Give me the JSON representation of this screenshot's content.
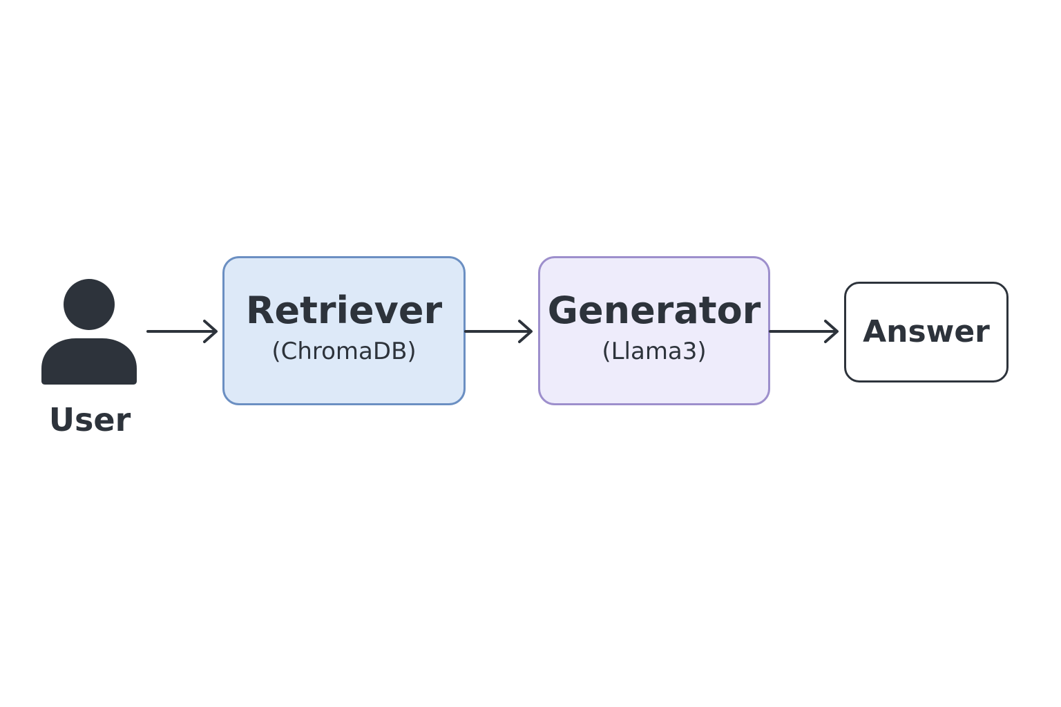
{
  "diagram": {
    "user": {
      "label": "User",
      "icon": "user-icon"
    },
    "nodes": [
      {
        "title": "Retriever",
        "subtitle": "(ChromaDB)",
        "fill": "#dde9f8",
        "border": "#6b8fc2"
      },
      {
        "title": "Generator",
        "subtitle": "(Llama3)",
        "fill": "#eeecfb",
        "border": "#9d8fcc"
      },
      {
        "title": "Answer",
        "fill": "#ffffff",
        "border": "#2d333b"
      }
    ],
    "edges": [
      {
        "from": "User",
        "to": "Retriever"
      },
      {
        "from": "Retriever",
        "to": "Generator"
      },
      {
        "from": "Generator",
        "to": "Answer"
      }
    ],
    "ink_color": "#2d333b"
  }
}
